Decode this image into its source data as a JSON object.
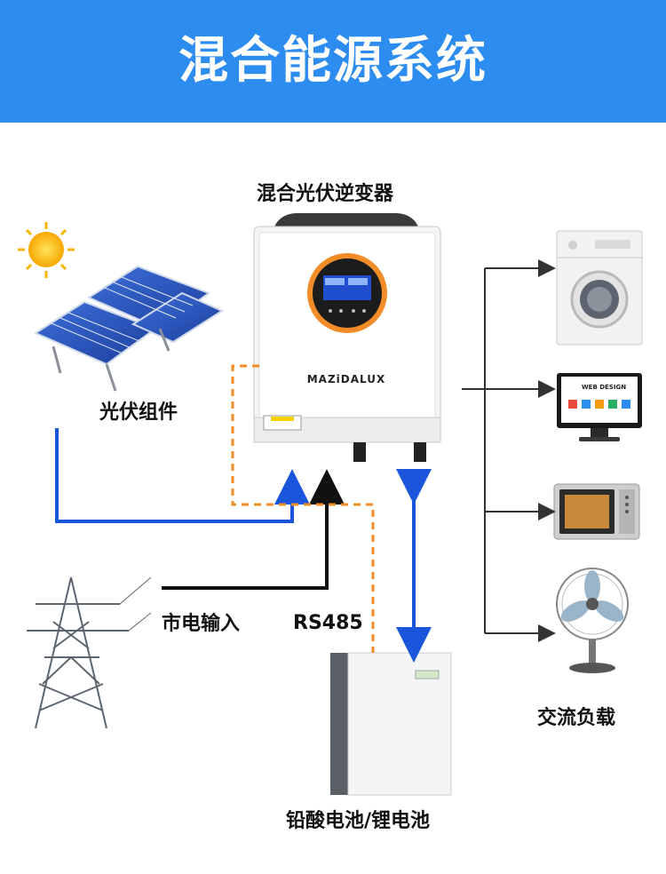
{
  "header": {
    "title": "混合能源系统",
    "color": "#2d8cf0"
  },
  "inverter": {
    "label": "混合光伏逆变器",
    "brand": "MAZiDALUX"
  },
  "solar": {
    "label": "光伏组件"
  },
  "grid": {
    "label": "市电输入"
  },
  "comm": {
    "label": "RS485"
  },
  "battery": {
    "label": "铅酸电池/锂电池"
  },
  "loads": {
    "label": "交流负载",
    "web_screen_title": "WEB DESIGN"
  },
  "colors": {
    "solar_line": "#1a56db",
    "grid_line": "#111111",
    "rs485_line": "#f28c28",
    "battery_line": "#1a56db",
    "load_line": "#333333"
  }
}
